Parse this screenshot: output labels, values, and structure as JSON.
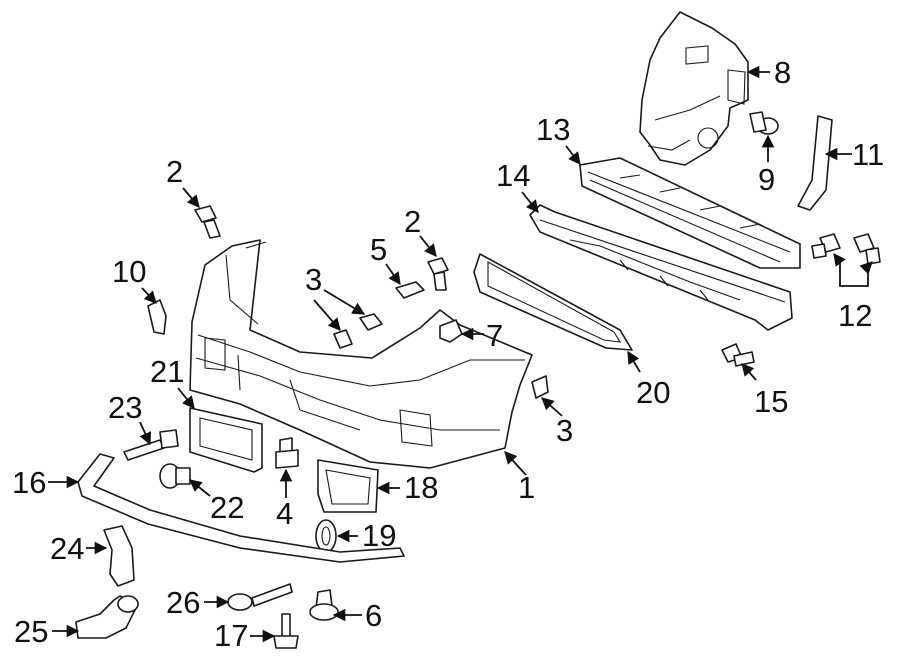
{
  "callouts": [
    {
      "id": "c1",
      "number": "1"
    },
    {
      "id": "c2a",
      "number": "2"
    },
    {
      "id": "c2b",
      "number": "2"
    },
    {
      "id": "c3a",
      "number": "3"
    },
    {
      "id": "c3b",
      "number": "3"
    },
    {
      "id": "c4",
      "number": "4"
    },
    {
      "id": "c5",
      "number": "5"
    },
    {
      "id": "c6",
      "number": "6"
    },
    {
      "id": "c7",
      "number": "7"
    },
    {
      "id": "c8",
      "number": "8"
    },
    {
      "id": "c9",
      "number": "9"
    },
    {
      "id": "c10",
      "number": "10"
    },
    {
      "id": "c11",
      "number": "11"
    },
    {
      "id": "c12",
      "number": "12"
    },
    {
      "id": "c13",
      "number": "13"
    },
    {
      "id": "c14",
      "number": "14"
    },
    {
      "id": "c15",
      "number": "15"
    },
    {
      "id": "c16",
      "number": "16"
    },
    {
      "id": "c17",
      "number": "17"
    },
    {
      "id": "c18",
      "number": "18"
    },
    {
      "id": "c19",
      "number": "19"
    },
    {
      "id": "c20",
      "number": "20"
    },
    {
      "id": "c21",
      "number": "21"
    },
    {
      "id": "c22",
      "number": "22"
    },
    {
      "id": "c23",
      "number": "23"
    },
    {
      "id": "c24",
      "number": "24"
    },
    {
      "id": "c25",
      "number": "25"
    },
    {
      "id": "c26",
      "number": "26"
    }
  ],
  "colors": {
    "line": "#1a1a1a",
    "background": "#ffffff"
  }
}
